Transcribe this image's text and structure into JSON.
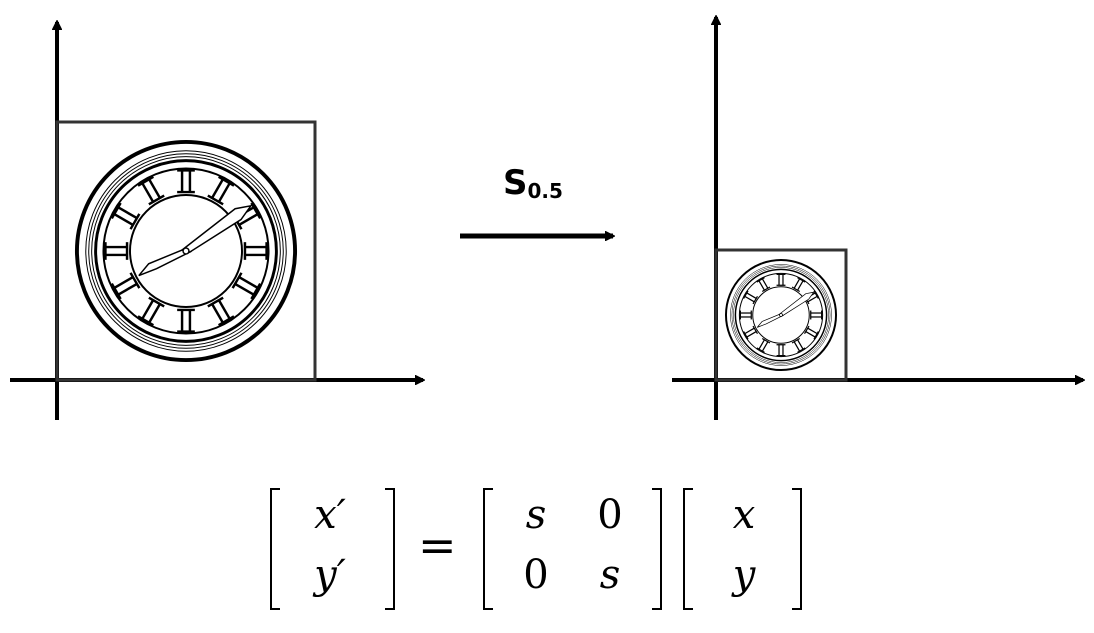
{
  "transform_label": {
    "symbol": "S",
    "subscript": "0.5"
  },
  "equation": {
    "lhs": [
      "x′",
      "y′"
    ],
    "equals": "=",
    "matrix": [
      [
        "s",
        "0"
      ],
      [
        "0",
        "s"
      ]
    ],
    "rhs": [
      "x",
      "y"
    ]
  },
  "scale_factor": 0.5,
  "icons": [
    "clock-icon",
    "arrow-right-icon"
  ]
}
